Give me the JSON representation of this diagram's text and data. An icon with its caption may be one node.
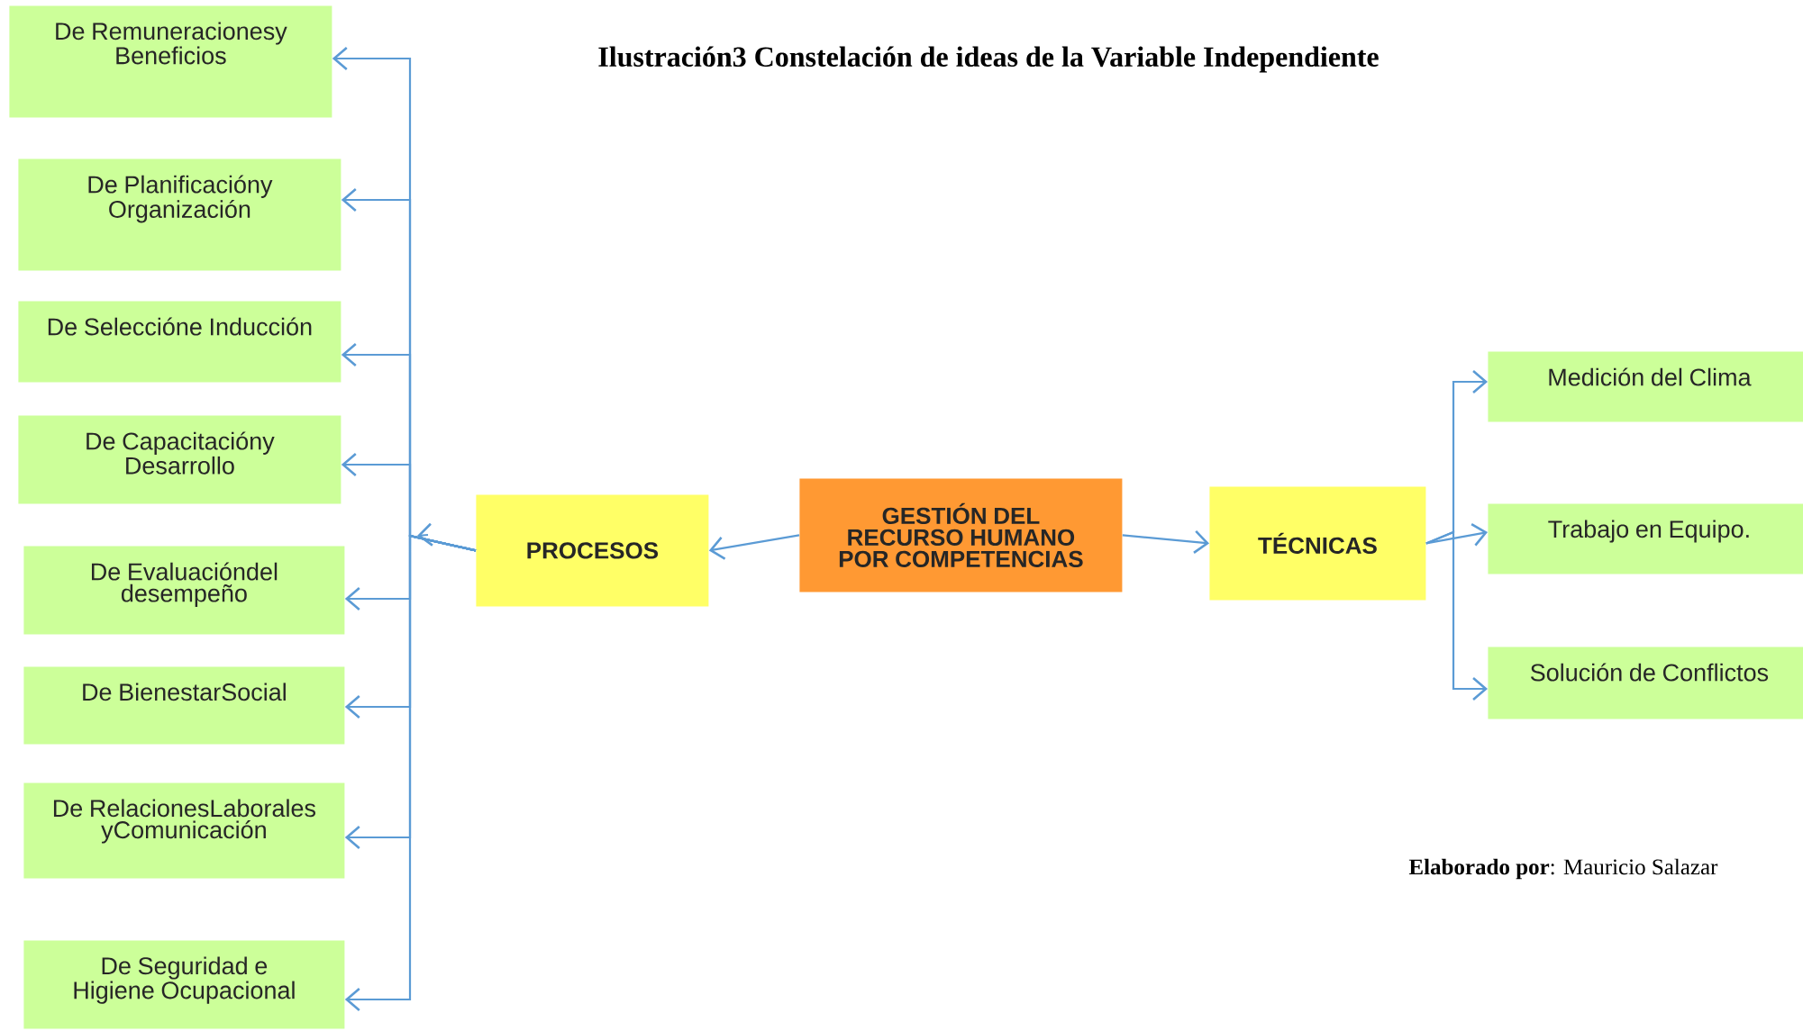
{
  "diagram": {
    "title": "Ilustración3 Constelación de ideas de la Variable Independiente",
    "nodes": [
      {
        "text": [
          "GESTIÓN DEL RECURSO HUMANO POR COMPETENCIAS"
        ]
      },
      {
        "text": [
          "PROCESOS"
        ]
      },
      {
        "text": [
          "TÉCNICAS"
        ]
      },
      {
        "text": [
          "De Remuneracionesy Beneficios"
        ]
      },
      {
        "text": [
          "De Planificacióny Organización"
        ]
      },
      {
        "text": [
          "De Seleccióne Inducción"
        ]
      },
      {
        "text": [
          "De Capacitacióny Desarrollo"
        ]
      },
      {
        "text": [
          "De Evaluacióndel desempeño"
        ]
      },
      {
        "text": [
          "De BienestarSocial"
        ]
      },
      {
        "text": [
          "De RelacionesLaborales yComunicación"
        ]
      },
      {
        "text": [
          "De Seguridad e Higiene Ocupacional"
        ]
      },
      {
        "text": [
          "Medición del Clima"
        ]
      },
      {
        "text": [
          "Trabajo en Equipo."
        ]
      },
      {
        "text": [
          "Solución de Conflictos"
        ]
      }
    ],
    "edges": [
      {
        "from": 0,
        "to": 1,
        "arrow": "to"
      },
      {
        "from": 0,
        "to": 2,
        "arrow": "to"
      },
      {
        "from": 1,
        "to": 3,
        "arrow": "to"
      },
      {
        "from": 1,
        "to": 4,
        "arrow": "to"
      },
      {
        "from": 1,
        "to": 5,
        "arrow": "to"
      },
      {
        "from": 1,
        "to": 6,
        "arrow": "to"
      },
      {
        "from": 1,
        "to": 7,
        "arrow": "to"
      },
      {
        "from": 1,
        "to": 8,
        "arrow": "to"
      },
      {
        "from": 1,
        "to": 9,
        "arrow": "to"
      },
      {
        "from": 1,
        "to": 10,
        "arrow": "to"
      },
      {
        "from": 2,
        "to": 11,
        "arrow": "to"
      },
      {
        "from": 2,
        "to": 12,
        "arrow": "to"
      },
      {
        "from": 2,
        "to": 13,
        "arrow": "to"
      }
    ],
    "labels": [
      "**Elaborado por**: Mauricio Salazar"
    ]
  }
}
